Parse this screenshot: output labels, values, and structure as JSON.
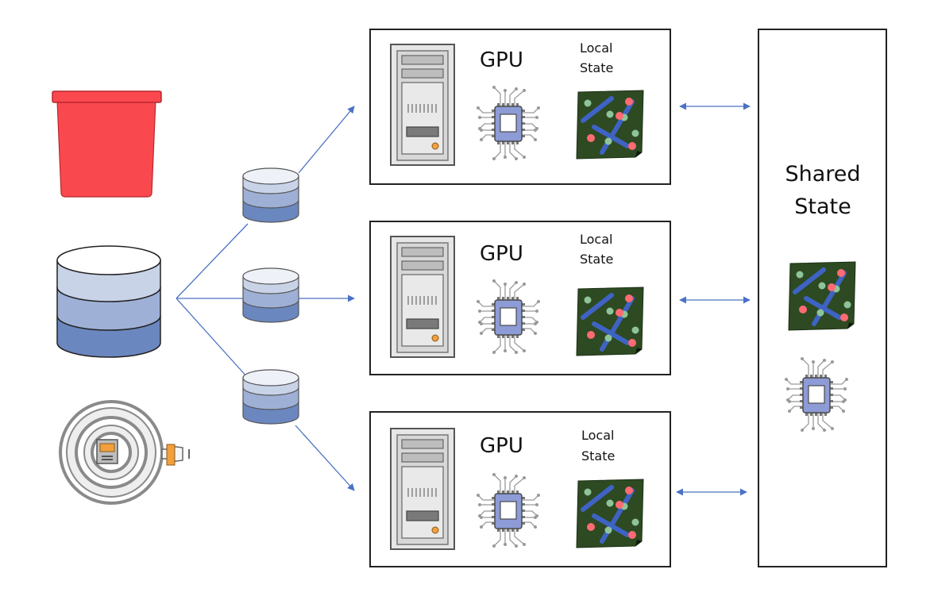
{
  "sources": {
    "bucket_icon": "bucket-icon",
    "database_icon": "database-icon",
    "stream_icon": "stream-hose-icon"
  },
  "shards": [
    "database-shard-icon",
    "database-shard-icon",
    "database-shard-icon"
  ],
  "workers": [
    {
      "gpu_label": "GPU",
      "state_label_line1": "Local",
      "state_label_line2": "State"
    },
    {
      "gpu_label": "GPU",
      "state_label_line1": "Local",
      "state_label_line2": "State"
    },
    {
      "gpu_label": "GPU",
      "state_label_line1": "Local",
      "state_label_line2": "State"
    }
  ],
  "shared": {
    "label_line1": "Shared",
    "label_line2": "State"
  },
  "colors": {
    "arrow": "#4a72c4",
    "bucket": "#f9494f",
    "db_light": "#c9d3e8",
    "db_mid": "#9fb0d6",
    "db_dark": "#6b87bf",
    "state_board": "#2d4a22",
    "chip": "#8d9bd6",
    "border": "#222222"
  }
}
